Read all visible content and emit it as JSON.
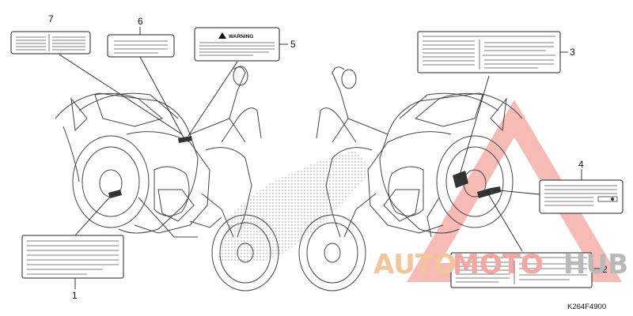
{
  "callouts": [
    "1",
    "2",
    "3",
    "4",
    "5",
    "6",
    "7"
  ],
  "warning_label_text": "WARNING",
  "part_code": "K264F4900",
  "watermark": {
    "auto": "AUTO",
    "moto": "MOTO",
    "hub": "HUB",
    "colors": {
      "red": "#f4a6a0",
      "orange": "#f5c59a",
      "grey": "#b9b9b9"
    }
  }
}
